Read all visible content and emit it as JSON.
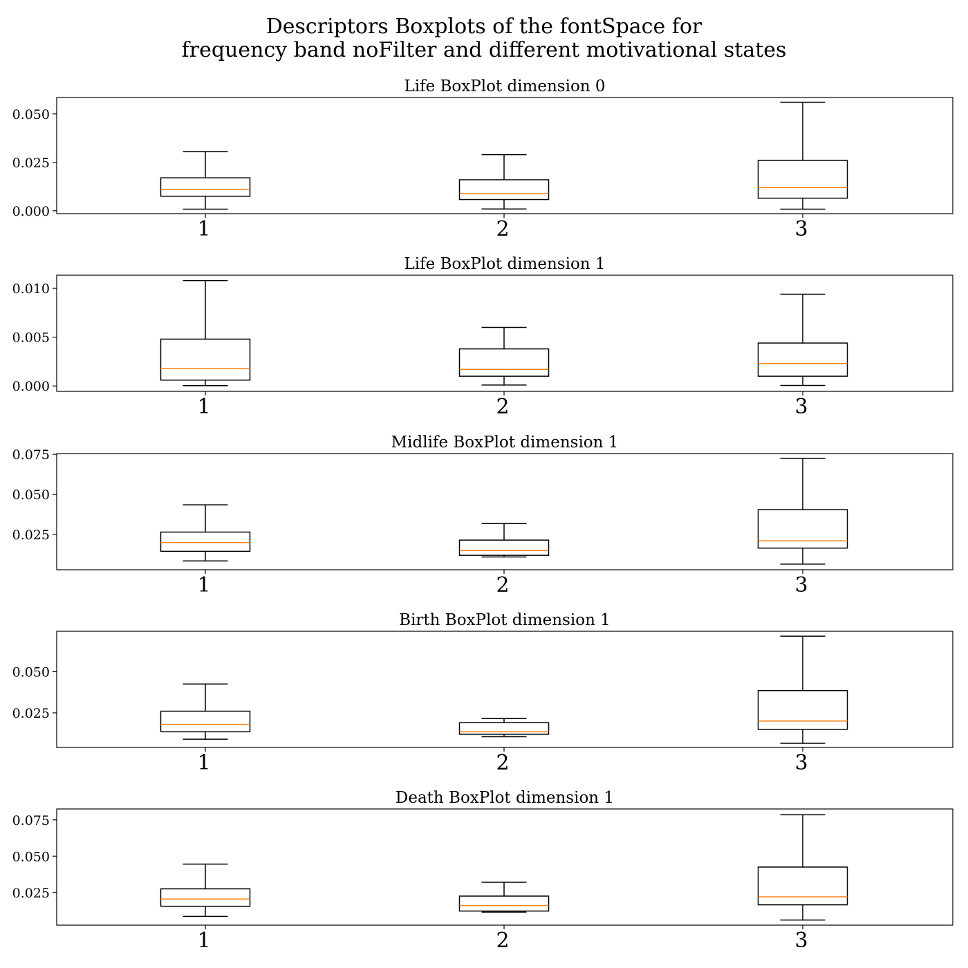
{
  "figure": {
    "title_line1": "Descriptors Boxplots of the fontSpace for",
    "title_line2": "frequency band noFilter and different motivational states"
  },
  "colors": {
    "box": "#000000",
    "median": "#ff7f0e",
    "axes": "#000000"
  },
  "chart_data": [
    {
      "type": "box",
      "title": "Life BoxPlot dimension 0",
      "categories": [
        "1",
        "2",
        "3"
      ],
      "ylim": [
        -0.0015,
        0.0585
      ],
      "yticks": [
        0.0,
        0.025,
        0.05
      ],
      "ytick_labels": [
        "0.000",
        "0.025",
        "0.050"
      ],
      "boxes": [
        {
          "whislo": 0.0008,
          "q1": 0.0075,
          "med": 0.011,
          "q3": 0.017,
          "whishi": 0.0305
        },
        {
          "whislo": 0.0009,
          "q1": 0.0058,
          "med": 0.0088,
          "q3": 0.016,
          "whishi": 0.029
        },
        {
          "whislo": 0.0008,
          "q1": 0.0065,
          "med": 0.012,
          "q3": 0.026,
          "whishi": 0.056
        }
      ]
    },
    {
      "type": "box",
      "title": "Life BoxPlot dimension 1",
      "categories": [
        "1",
        "2",
        "3"
      ],
      "ylim": [
        -0.00055,
        0.01135
      ],
      "yticks": [
        0.0,
        0.005,
        0.01
      ],
      "ytick_labels": [
        "0.000",
        "0.005",
        "0.010"
      ],
      "boxes": [
        {
          "whislo": 3e-05,
          "q1": 0.0006,
          "med": 0.0018,
          "q3": 0.0048,
          "whishi": 0.0108
        },
        {
          "whislo": 0.0001,
          "q1": 0.001,
          "med": 0.0017,
          "q3": 0.0038,
          "whishi": 0.006
        },
        {
          "whislo": 5e-05,
          "q1": 0.001,
          "med": 0.0023,
          "q3": 0.0044,
          "whishi": 0.0094
        }
      ]
    },
    {
      "type": "box",
      "title": "Midlife BoxPlot dimension 1",
      "categories": [
        "1",
        "2",
        "3"
      ],
      "ylim": [
        0.003,
        0.0755
      ],
      "yticks": [
        0.025,
        0.05,
        0.075
      ],
      "ytick_labels": [
        "0.025",
        "0.050",
        "0.075"
      ],
      "boxes": [
        {
          "whislo": 0.0085,
          "q1": 0.0145,
          "med": 0.02,
          "q3": 0.0265,
          "whishi": 0.0435
        },
        {
          "whislo": 0.011,
          "q1": 0.012,
          "med": 0.015,
          "q3": 0.0215,
          "whishi": 0.0318
        },
        {
          "whislo": 0.0065,
          "q1": 0.0165,
          "med": 0.021,
          "q3": 0.0405,
          "whishi": 0.0725
        }
      ]
    },
    {
      "type": "box",
      "title": "Birth BoxPlot dimension 1",
      "categories": [
        "1",
        "2",
        "3"
      ],
      "ylim": [
        0.004,
        0.0745
      ],
      "yticks": [
        0.025,
        0.05
      ],
      "ytick_labels": [
        "0.025",
        "0.050"
      ],
      "boxes": [
        {
          "whislo": 0.009,
          "q1": 0.0135,
          "med": 0.018,
          "q3": 0.026,
          "whishi": 0.0425
        },
        {
          "whislo": 0.0105,
          "q1": 0.012,
          "med": 0.0135,
          "q3": 0.019,
          "whishi": 0.0215
        },
        {
          "whislo": 0.0065,
          "q1": 0.015,
          "med": 0.02,
          "q3": 0.0385,
          "whishi": 0.0715
        }
      ]
    },
    {
      "type": "box",
      "title": "Death BoxPlot dimension 1",
      "categories": [
        "1",
        "2",
        "3"
      ],
      "ylim": [
        0.0025,
        0.0825
      ],
      "yticks": [
        0.025,
        0.05,
        0.075
      ],
      "ytick_labels": [
        "0.025",
        "0.050",
        "0.075"
      ],
      "boxes": [
        {
          "whislo": 0.0085,
          "q1": 0.0155,
          "med": 0.0205,
          "q3": 0.0275,
          "whishi": 0.0445
        },
        {
          "whislo": 0.0115,
          "q1": 0.0122,
          "med": 0.016,
          "q3": 0.0225,
          "whishi": 0.032
        },
        {
          "whislo": 0.006,
          "q1": 0.0165,
          "med": 0.022,
          "q3": 0.0425,
          "whishi": 0.0785
        }
      ]
    }
  ]
}
